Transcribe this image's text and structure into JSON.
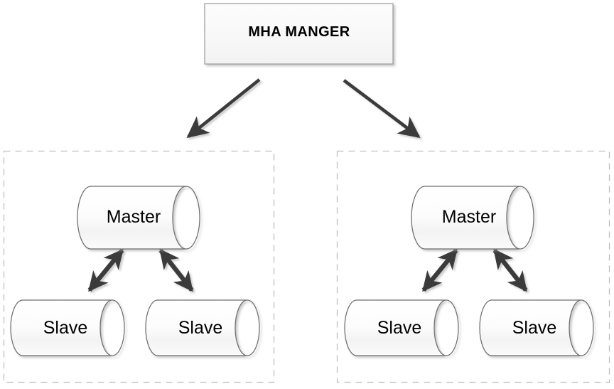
{
  "diagram": {
    "title": "MHA MANGER",
    "background_color": "#ffffff",
    "manager": {
      "label": "MHA MANGER",
      "shape": "rectangle",
      "fill_color": "#f7f7f7",
      "border_color": "#9a9a9a",
      "shadow_color": "#b8b8b8"
    },
    "connector_color": "#3b3b3b",
    "group_border_color": "#bfbfbf",
    "group_border_style": "dashed",
    "cylinder": {
      "fill_color": "#fafafa",
      "border_color": "#6e6e6e"
    },
    "groups": [
      {
        "name": "left-cluster",
        "master": {
          "label": "Master",
          "shape": "cylinder"
        },
        "slaves": [
          {
            "label": "Slave",
            "shape": "cylinder"
          },
          {
            "label": "Slave",
            "shape": "cylinder"
          }
        ],
        "replication_links": [
          {
            "from": "Master",
            "to": "Slave",
            "direction": "bidirectional"
          },
          {
            "from": "Master",
            "to": "Slave",
            "direction": "bidirectional"
          }
        ]
      },
      {
        "name": "right-cluster",
        "master": {
          "label": "Master",
          "shape": "cylinder"
        },
        "slaves": [
          {
            "label": "Slave",
            "shape": "cylinder"
          },
          {
            "label": "Slave",
            "shape": "cylinder"
          }
        ],
        "replication_links": [
          {
            "from": "Master",
            "to": "Slave",
            "direction": "bidirectional"
          },
          {
            "from": "Master",
            "to": "Slave",
            "direction": "bidirectional"
          }
        ]
      }
    ],
    "manager_links": [
      {
        "from": "MHA MANGER",
        "to": "left-cluster",
        "direction": "one-way"
      },
      {
        "from": "MHA MANGER",
        "to": "right-cluster",
        "direction": "one-way"
      }
    ]
  }
}
